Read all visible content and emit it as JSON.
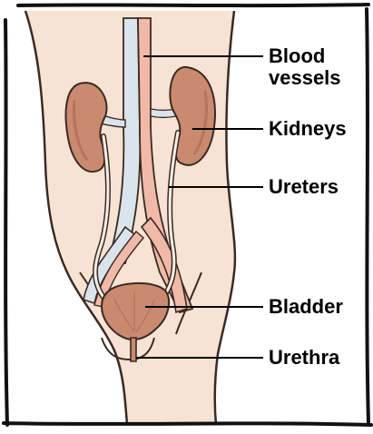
{
  "colors": {
    "skin": "#f6e3d3",
    "skin_outline": "#3a2a22",
    "kidney": "#c98a6f",
    "kidney_dark": "#a9684f",
    "vessel_blue": "#d9e4ec",
    "vessel_pink": "#f1b9a8",
    "ureter": "#f4eee8",
    "bladder": "#c98a6f",
    "frame": "#111111",
    "leader": "#000000"
  },
  "labels": {
    "blood_vessels_line1": "Blood",
    "blood_vessels_line2": "vessels",
    "kidneys": "Kidneys",
    "ureters": "Ureters",
    "bladder": "Bladder",
    "urethra": "Urethra"
  },
  "icons": {
    "frame": "hand-drawn-frame",
    "body": "lower-torso-outline"
  }
}
